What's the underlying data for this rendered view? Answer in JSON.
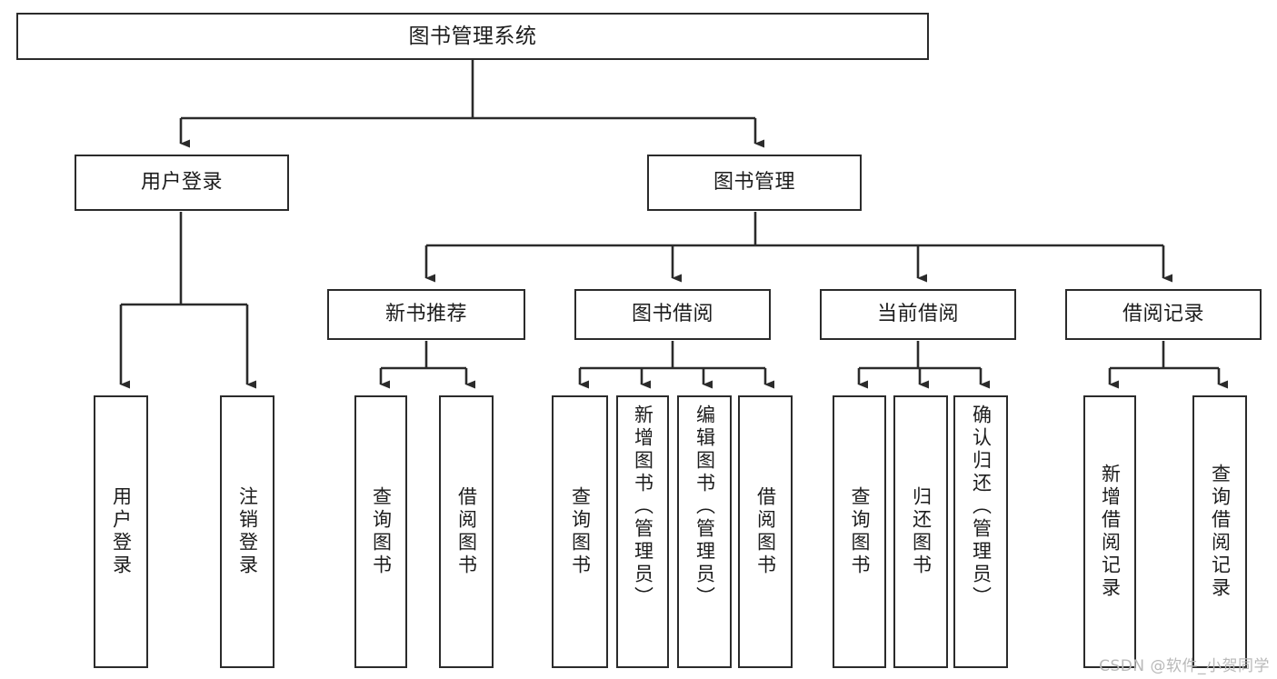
{
  "diagram": {
    "title": "图书管理系统",
    "type": "tree-hierarchy",
    "stroke_color": "#2b2b2b",
    "fill_color": "#ffffff",
    "text_color": "#1c1c1c",
    "root": {
      "label": "图书管理系统"
    },
    "level1": [
      {
        "label": "用户登录"
      },
      {
        "label": "图书管理"
      }
    ],
    "level2": [
      {
        "label": "新书推荐"
      },
      {
        "label": "图书借阅"
      },
      {
        "label": "当前借阅"
      },
      {
        "label": "借阅记录"
      }
    ],
    "leaves": {
      "user_login": [
        {
          "label": "用户登录"
        },
        {
          "label": "注销登录"
        }
      ],
      "new_book": [
        {
          "label": "查询图书"
        },
        {
          "label": "借阅图书"
        }
      ],
      "book_borrow": [
        {
          "label": "查询图书"
        },
        {
          "label": "新增图书（管理员）"
        },
        {
          "label": "编辑图书（管理员）"
        },
        {
          "label": "借阅图书"
        }
      ],
      "current_borrow": [
        {
          "label": "查询图书"
        },
        {
          "label": "归还图书"
        },
        {
          "label": "确认归还（管理员）"
        }
      ],
      "borrow_record": [
        {
          "label": "新增借阅记录"
        },
        {
          "label": "查询借阅记录"
        }
      ]
    }
  },
  "watermark": {
    "text": "CSDN @软件_小贺同学"
  }
}
